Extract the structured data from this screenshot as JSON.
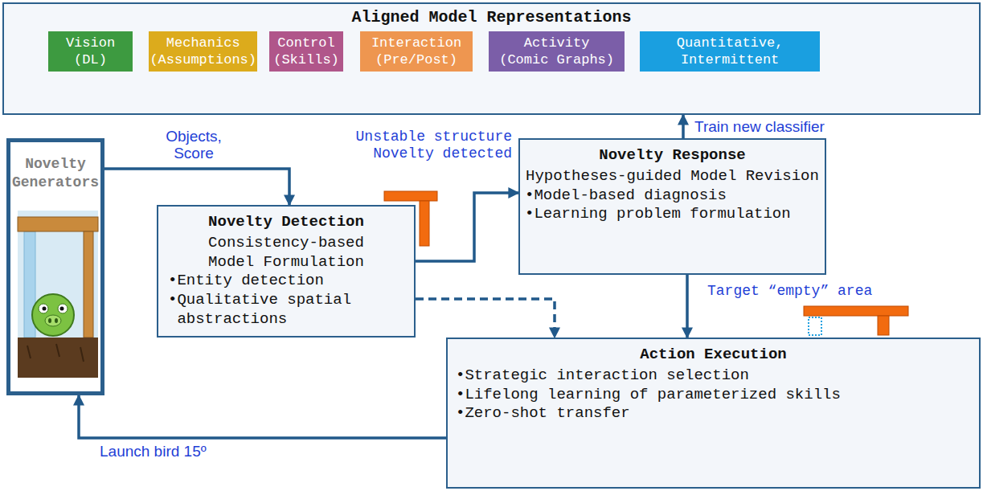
{
  "diagram": {
    "nodes": [
      {
        "text": [
          "Aligned Model Representations"
        ]
      },
      {
        "text": [
          "Vision (DL)"
        ],
        "in": 0
      },
      {
        "text": [
          "Mechanics (Assumptions)"
        ],
        "in": 0
      },
      {
        "text": [
          "Control (Skills)"
        ],
        "in": 0
      },
      {
        "text": [
          "Interaction (Pre/Post)"
        ],
        "in": 0
      },
      {
        "text": [
          "Activity (Comic Graphs)"
        ],
        "in": 0
      },
      {
        "text": [
          "Quantitative, Intermittent"
        ],
        "in": 0
      },
      {
        "text": [
          "Novelty Generators"
        ]
      },
      {
        "text": [
          "Novelty Detection",
          "Consistency-based Model Formulation",
          "•Entity detection",
          "•Qualitative spatial abstractions"
        ]
      },
      {
        "text": [
          "Novelty Response",
          "Hypotheses-guided Model Revision",
          "•Model-based diagnosis",
          "•Learning problem formulation"
        ]
      },
      {
        "text": [
          "Action Execution",
          "•Strategic interaction selection",
          "•Lifelong learning of parameterized skills",
          "•Zero-shot transfer"
        ]
      }
    ],
    "edges": [
      {
        "from": 7,
        "to": 8,
        "arrow": "to",
        "label": "Objects, Score"
      },
      {
        "from": 8,
        "to": 9,
        "arrow": "to"
      },
      {
        "from": 8,
        "to": 10,
        "arrow": "to"
      },
      {
        "from": 9,
        "to": 0,
        "arrow": "to",
        "label": "Train new classifier"
      },
      {
        "from": 9,
        "to": 10,
        "arrow": "to"
      },
      {
        "from": 10,
        "to": 7,
        "arrow": "to",
        "label": "Launch bird 15º"
      }
    ],
    "labels": [
      "Unstable structure Novelty detected",
      "Target “empty” area"
    ]
  }
}
